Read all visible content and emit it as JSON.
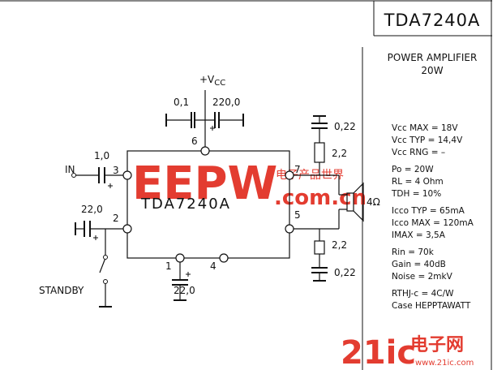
{
  "title": "TDA7240A",
  "subtitle_line1": "POWER AMPLIFIER",
  "subtitle_line2": "20W",
  "chip_label": "TDA7240A",
  "supply_label": "+V",
  "supply_sub": "CC",
  "labels": {
    "in": "IN",
    "standby": "STANDBY",
    "speaker": "4Ω",
    "cap_01": "0,1",
    "cap_220": "220,0",
    "cap_10": "1,0",
    "cap_22_left": "22,0",
    "cap_22_bottom": "22,0",
    "cap_022_top": "0,22",
    "res_22_top": "2,2",
    "res_22_bottom": "2,2",
    "cap_022_bottom": "0,22"
  },
  "pins": {
    "p1": "1",
    "p2": "2",
    "p3": "3",
    "p4": "4",
    "p5": "5",
    "p6": "6",
    "p7": "7"
  },
  "specs": [
    "Vcc MAX = 18V",
    "Vcc TYP = 14,4V",
    "Vcc RNG = –",
    "",
    "Po  = 20W",
    "RL  = 4 Ohm",
    "TDH = 10%",
    "",
    "Icco TYP = 65mA",
    "Icco MAX = 120mA",
    "IMAX  =  3,5A",
    "",
    "Rin   = 70k",
    "Gain  = 40dB",
    "Noise = 2mkV",
    "",
    "RTHJ-c = 4C/W",
    "Case HEPPTAWATT"
  ],
  "watermarks": {
    "eepw": "EEPW",
    "eepw_cn": "电子产品世界",
    "eepw_com": ".com.cn",
    "logo21": "21ic",
    "logo21_cn": "电子网",
    "logo21_url": "www.21ic.com"
  },
  "colors": {
    "watermark": "#e0271a",
    "line": "#111111"
  }
}
